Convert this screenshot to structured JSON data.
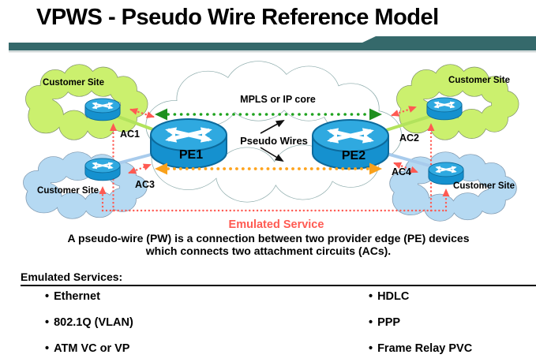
{
  "slide": {
    "title": "VPWS - Pseudo Wire Reference Model",
    "emulated_service_label": "Emulated Service",
    "description_line1": "A pseudo-wire (PW) is a connection between two provider edge (PE) devices",
    "description_line2": "which connects two attachment circuits (ACs)."
  },
  "diagram": {
    "core_cloud_label": "MPLS or IP core",
    "pseudo_wires_label": "Pseudo Wires",
    "customer_site_label": "Customer Site",
    "pe_labels": [
      "PE1",
      "PE2"
    ],
    "ac_labels": [
      "AC1",
      "AC2",
      "AC3",
      "AC4"
    ]
  },
  "emulated_services": {
    "heading": "Emulated Services:",
    "bullet": "•",
    "left": [
      "Ethernet",
      "802.1Q (VLAN)",
      "ATM VC or VP"
    ],
    "right": [
      "HDLC",
      "PPP",
      "Frame Relay PVC"
    ]
  },
  "colors": {
    "title_bar_teal": "#35696b",
    "pw_arrow_green": "#1fa31f",
    "pw_arrowhead_green": "#1e8f1e",
    "pw_arrow_orange": "#ffa41e",
    "pw_arrowhead_orange": "#f9a11b",
    "emulated_service_red": "#ff5a52",
    "router_body_blue": "#1591cf",
    "router_top_blue": "#2fa9e0",
    "router_outline_blue": "#0c6a9c",
    "customer_cloud_green": "#cbf06e",
    "customer_cloud_blue": "#b5d9f2",
    "core_cloud_outline": "#88a8a8",
    "ac_line_green": "#b2e35c",
    "ac_line_blue": "#a8cbec"
  }
}
